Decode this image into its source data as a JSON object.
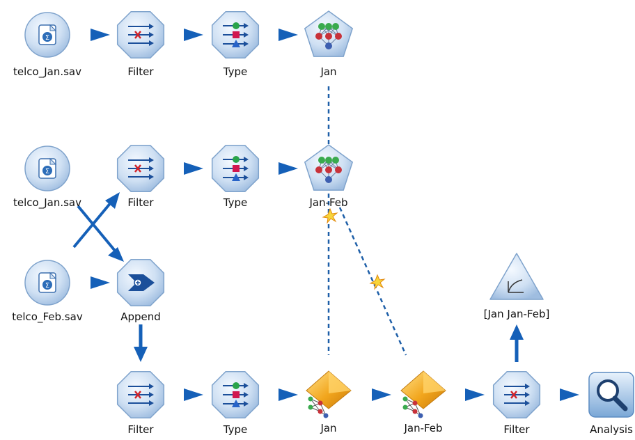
{
  "diagram": {
    "nodes": [
      {
        "id": "src1",
        "kind": "source",
        "label": "telco_Jan.sav"
      },
      {
        "id": "flt1",
        "kind": "filter",
        "label": "Filter"
      },
      {
        "id": "typ1",
        "kind": "type",
        "label": "Type"
      },
      {
        "id": "mdl1",
        "kind": "model",
        "label": "Jan"
      },
      {
        "id": "src2",
        "kind": "source",
        "label": "telco_Jan.sav"
      },
      {
        "id": "flt2",
        "kind": "filter",
        "label": "Filter"
      },
      {
        "id": "typ2",
        "kind": "type",
        "label": "Type"
      },
      {
        "id": "mdl2",
        "kind": "model",
        "label": "Jan-Feb"
      },
      {
        "id": "src3",
        "kind": "source",
        "label": "telco_Feb.sav"
      },
      {
        "id": "app",
        "kind": "append",
        "label": "Append"
      },
      {
        "id": "eval",
        "kind": "evaluation",
        "label": "[Jan Jan-Feb]"
      },
      {
        "id": "flt3",
        "kind": "filter",
        "label": "Filter"
      },
      {
        "id": "typ3",
        "kind": "type",
        "label": "Type"
      },
      {
        "id": "nug1",
        "kind": "nugget",
        "label": "Jan"
      },
      {
        "id": "nug2",
        "kind": "nugget",
        "label": "Jan-Feb"
      },
      {
        "id": "flt4",
        "kind": "filter",
        "label": "Filter"
      },
      {
        "id": "ana",
        "kind": "analysis",
        "label": "Analysis"
      }
    ]
  },
  "colors": {
    "flow": "#1560b8",
    "node_fill": "#cfe0f3",
    "node_stroke": "#7fa3cc",
    "nugget": "#f2a61d",
    "spark": "#f7d53a"
  }
}
